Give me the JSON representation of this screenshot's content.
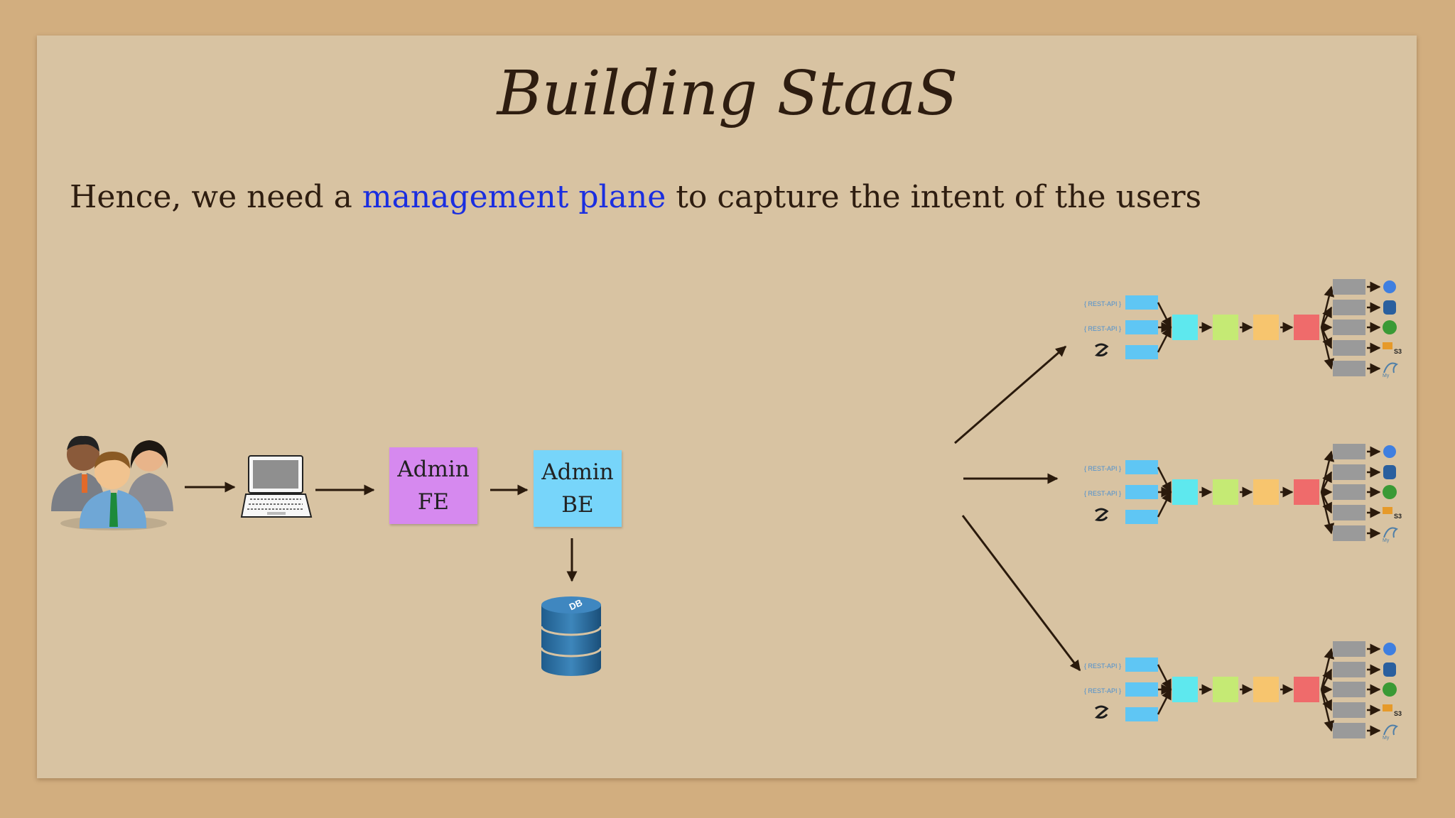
{
  "slide": {
    "title": "Building StaaS",
    "subtitle_before": "Hence, we need a ",
    "subtitle_highlight": "management plane",
    "subtitle_after": " to capture the intent of the users"
  },
  "admin_fe": {
    "line1": "Admin",
    "line2": "FE"
  },
  "admin_be": {
    "line1": "Admin",
    "line2": "BE"
  },
  "db_label": "DB",
  "pipeline": {
    "source_labels": [
      "REST-API",
      "REST-API"
    ],
    "stage_colors": [
      "#5ee8ee",
      "#c5ea74",
      "#f7c56e",
      "#ef6b6b"
    ],
    "sink_labels": [
      "S3",
      "My"
    ]
  },
  "colors": {
    "background": "#d2ae7f",
    "paper": "#d8c3a2",
    "text": "#2e1d10",
    "highlight": "#1a2ee0",
    "admin_fe": "#d689ef",
    "admin_be": "#77d5fa"
  }
}
